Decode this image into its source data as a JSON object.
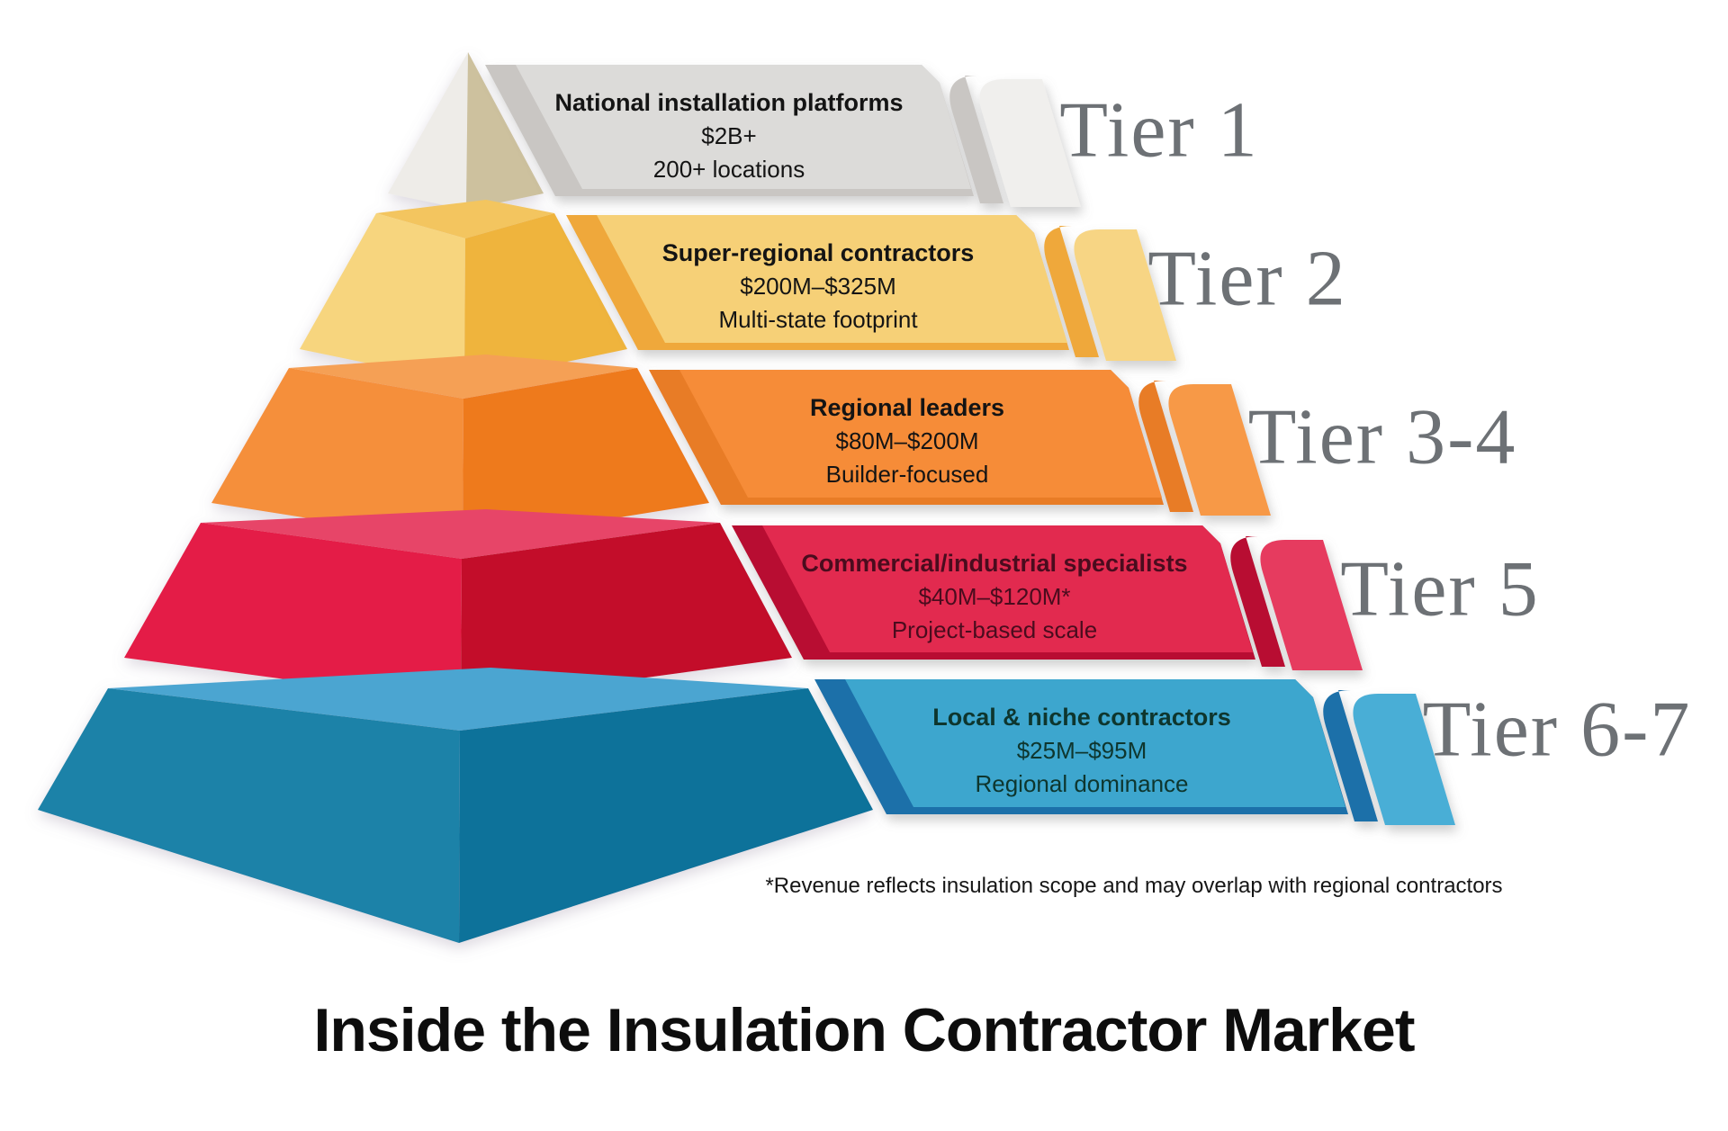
{
  "title": "Inside the Insulation Contractor Market",
  "footnote": "*Revenue reflects insulation scope and may overlap with regional contractors",
  "tiers": [
    {
      "label": "Tier 1",
      "name": "National installation platforms",
      "value": "$2B+",
      "detail": "200+ locations"
    },
    {
      "label": "Tier 2",
      "name": "Super-regional contractors",
      "value": "$200M–$325M",
      "detail": "Multi-state footprint"
    },
    {
      "label": "Tier 3-4",
      "name": "Regional leaders",
      "value": "$80M–$200M",
      "detail": "Builder-focused"
    },
    {
      "label": "Tier 5",
      "name": "Commercial/industrial specialists",
      "value": "$40M–$120M*",
      "detail": "Project-based scale"
    },
    {
      "label": "Tier 6-7",
      "name": "Local & niche contractors",
      "value": "$25M–$95M",
      "detail": "Regional dominance"
    }
  ],
  "colors": {
    "bg": "#ffffff",
    "t1_left": "#eeece8",
    "t1_right": "#cdc19e",
    "t2_rim": "#f3c55e",
    "t2_left": "#f7d57e",
    "t2_right": "#efb43e",
    "t3_rim": "#f5a055",
    "t3_left": "#f58f3a",
    "t3_right": "#ee7a1f",
    "t4_rim": "#e74467",
    "t4_left": "#e41e46",
    "t4_right": "#c30f2b",
    "t5_rim": "#4ba5d1",
    "t5_left": "#1e82a8",
    "t5_right": "#11729a",
    "band1": "#dcdbd9",
    "band1_stripe": "#c9c6c3",
    "band1_tab": "#f0efed",
    "band2": "#f6d077",
    "band2_stripe": "#efa83a",
    "band2_tab": "#f7d584",
    "band3": "#f68c38",
    "band3_stripe": "#e87b26",
    "band3_tab": "#f79947",
    "band4": "#e22950",
    "band4_stripe": "#b80f32",
    "band4_tab": "#e63a5e",
    "band5": "#3ea6ce",
    "band5_stripe": "#1a6fa9",
    "band5_tab": "#4aaed6",
    "text_dark": "#141414",
    "text_band4": "#4a0c1e",
    "text_band5": "#0e362e",
    "tier_label": "#6d7175",
    "footnote": "#161616",
    "title_color": "#0d0d0d"
  }
}
